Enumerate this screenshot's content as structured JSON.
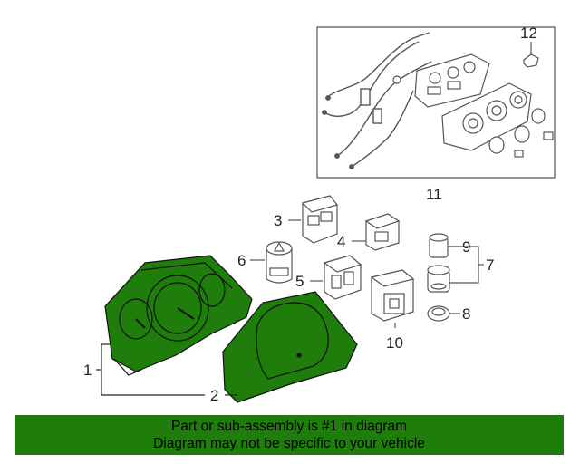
{
  "callouts": {
    "c1": "1",
    "c2": "2",
    "c3": "3",
    "c4": "4",
    "c5": "5",
    "c6": "6",
    "c7": "7",
    "c8": "8",
    "c9": "9",
    "c10": "10",
    "c11": "11",
    "c12": "12"
  },
  "banner": {
    "line1": "Part or sub-assembly is #1 in diagram",
    "line2": "Diagram may not be specific to your vehicle"
  },
  "colors": {
    "highlight": "#1e7d0b",
    "line": "#444444",
    "part_fill": "#ffffff"
  },
  "icons": {
    "highlighted_part": "instrument-cluster-icon",
    "lens": "cluster-lens-icon"
  }
}
